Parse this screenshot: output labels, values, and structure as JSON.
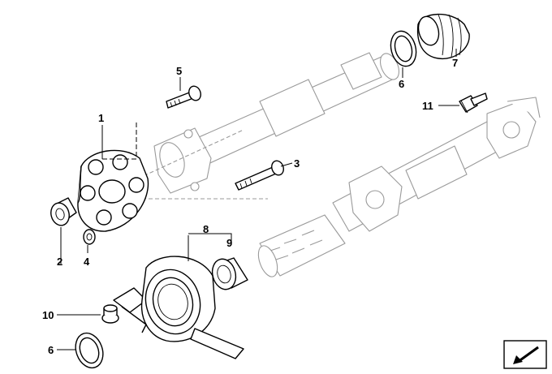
{
  "callouts": {
    "c1": "1",
    "c2": "2",
    "c3": "3",
    "c4": "4",
    "c5": "5",
    "c6_top": "6",
    "c6_bottom": "6",
    "c7": "7",
    "c8": "8",
    "c9": "9",
    "c10": "10",
    "c11": "11"
  },
  "colors": {
    "line": "#000000",
    "ghost": "#9a9a9a",
    "background": "#ffffff"
  },
  "icons": {
    "corner_badge": "arrow-down-left-icon"
  }
}
